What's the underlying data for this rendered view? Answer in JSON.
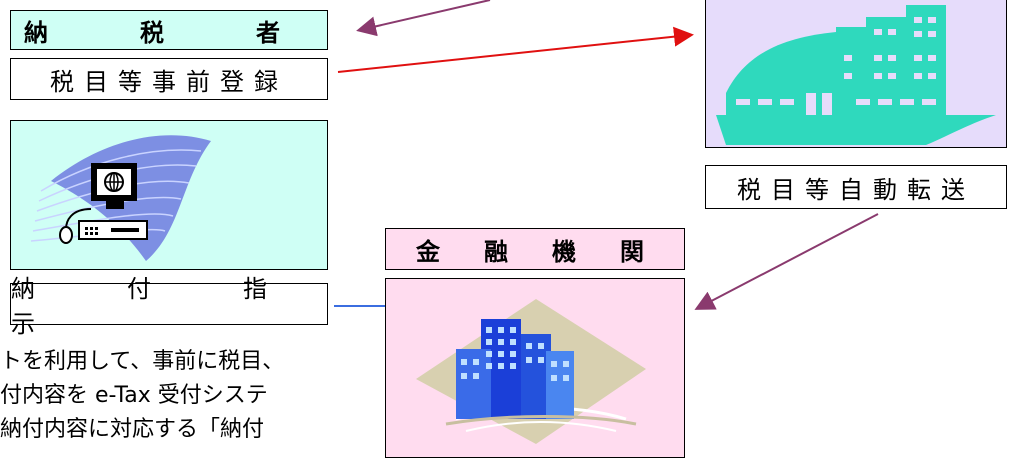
{
  "taxpayer": {
    "label": "納　税　者",
    "fill": "#cffff5"
  },
  "preregister": {
    "label": "税目等事前登録"
  },
  "payment_instruction": {
    "label": "納　付　指　示"
  },
  "auto_transfer": {
    "label": "税目等自動転送"
  },
  "financial_institution": {
    "label": "金　融　機　関",
    "fill": "#ffdcef"
  },
  "computer_panel": {
    "fill": "#cffff5",
    "icon": "computer-terminal-icon"
  },
  "etax_panel": {
    "fill": "#e6dcfb",
    "icon": "government-building-icon"
  },
  "bank_panel": {
    "fill": "#ffdcef",
    "icon": "bank-building-icon"
  },
  "body_text": {
    "line1": "トを利用して、事前に税目、",
    "line2": "付内容を e-Tax 受付システ",
    "line3": "納付内容に対応する「納付"
  },
  "colors": {
    "purple_arrow": "#8a3a6e",
    "red_arrow": "#e01010",
    "blue_arrow": "#3b6de0",
    "teal": "#2fd9bd"
  }
}
